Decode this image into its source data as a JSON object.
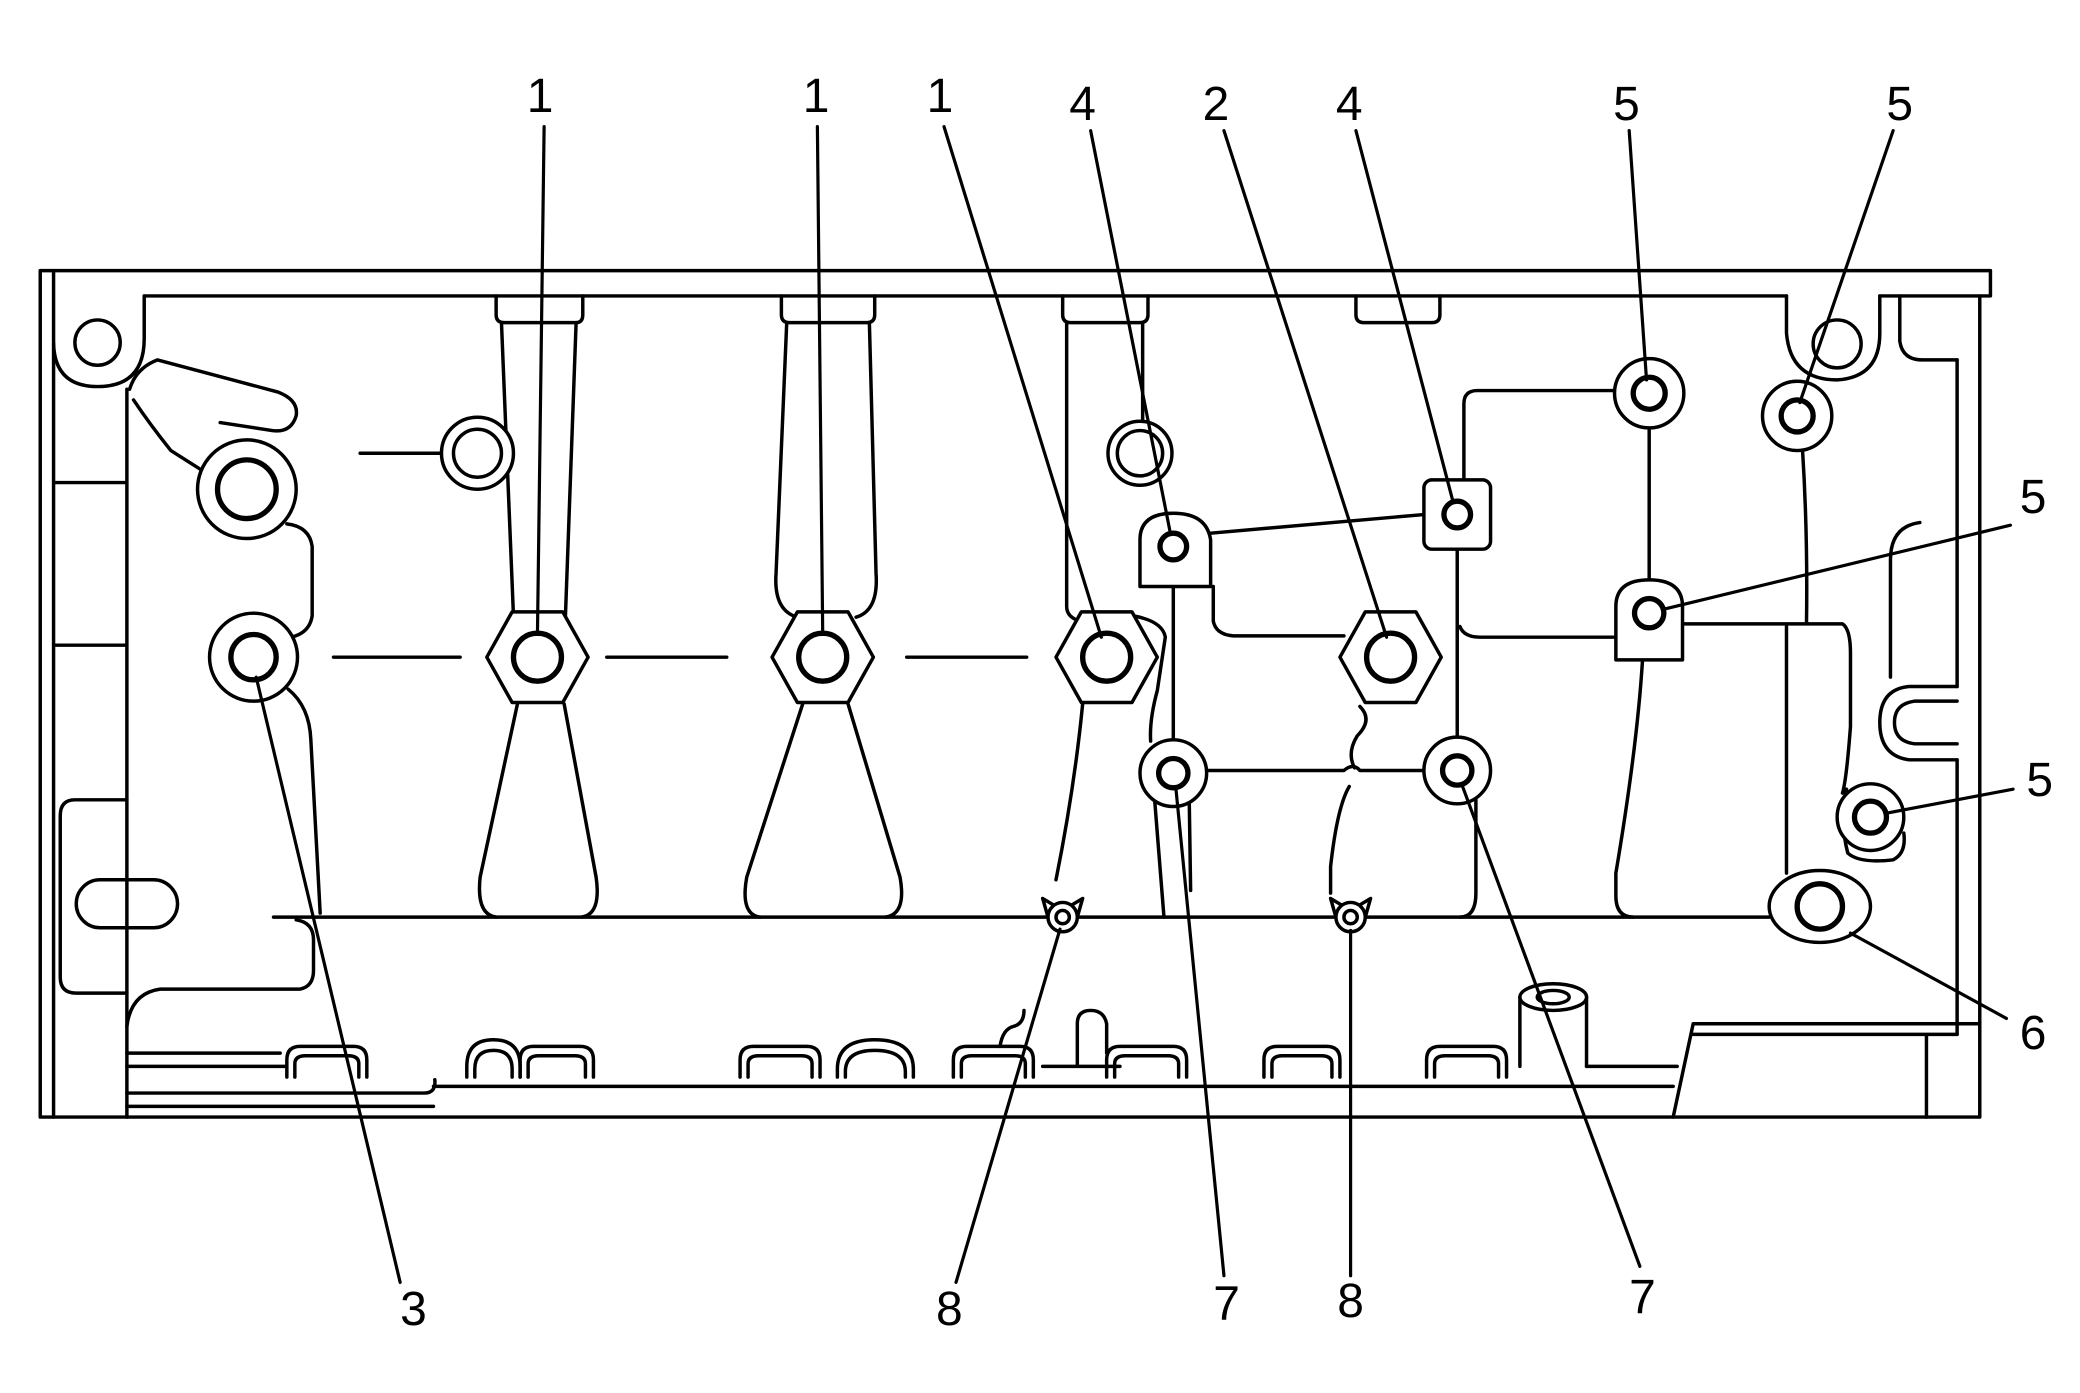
{
  "callouts": {
    "top": [
      "1",
      "1",
      "1",
      "4",
      "2",
      "4",
      "5",
      "5"
    ],
    "right": [
      "5",
      "5",
      "6"
    ],
    "bottom": [
      "3",
      "8",
      "7",
      "8",
      "7"
    ]
  }
}
